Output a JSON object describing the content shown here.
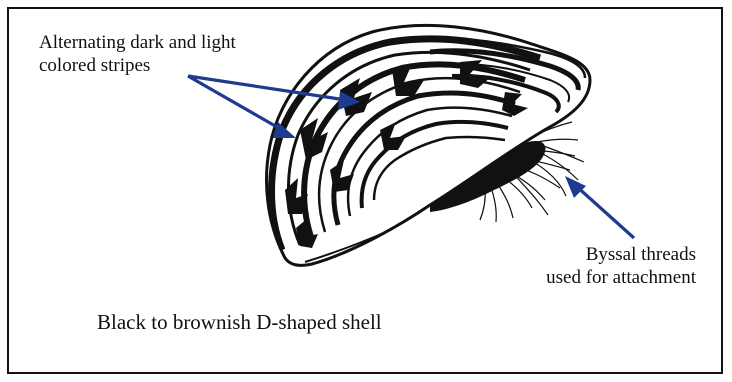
{
  "labels": {
    "stripes_line1": "Alternating dark and light",
    "stripes_line2": "colored stripes",
    "byssal_line1": "Byssal threads",
    "byssal_line2": "used for attachment",
    "caption": "Black to brownish D-shaped shell"
  },
  "colors": {
    "arrow": "#1f3b8f",
    "ink": "#111111",
    "background": "#ffffff"
  },
  "icons": {
    "shell": "zebra-mussel-shell-icon"
  }
}
